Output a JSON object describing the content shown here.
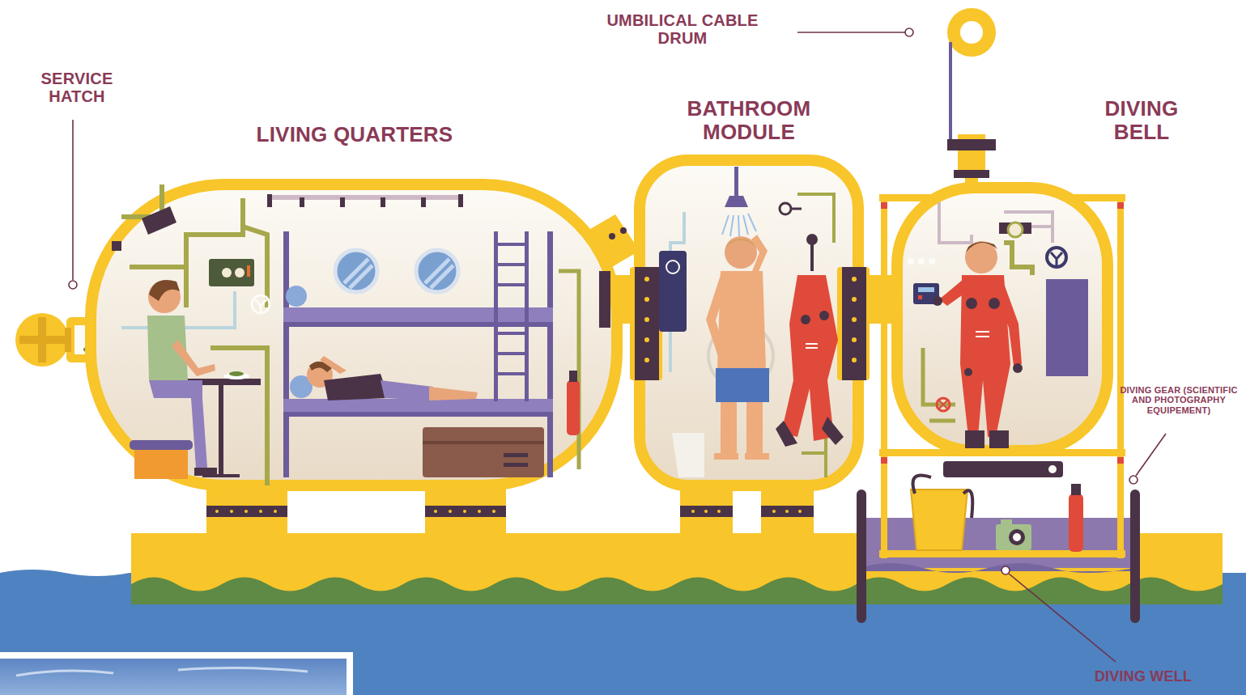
{
  "diagram": {
    "labels": [
      "UMBILICAL CABLE DRUM",
      "SERVICE HATCH",
      "LIVING QUARTERS",
      "BATHROOM MODULE",
      "DIVING BELL",
      "DIVING GEAR (SCIENTIFIC AND PHOTOGRAPHY EQUIPEMENT)",
      "DIVING WELL"
    ]
  }
}
